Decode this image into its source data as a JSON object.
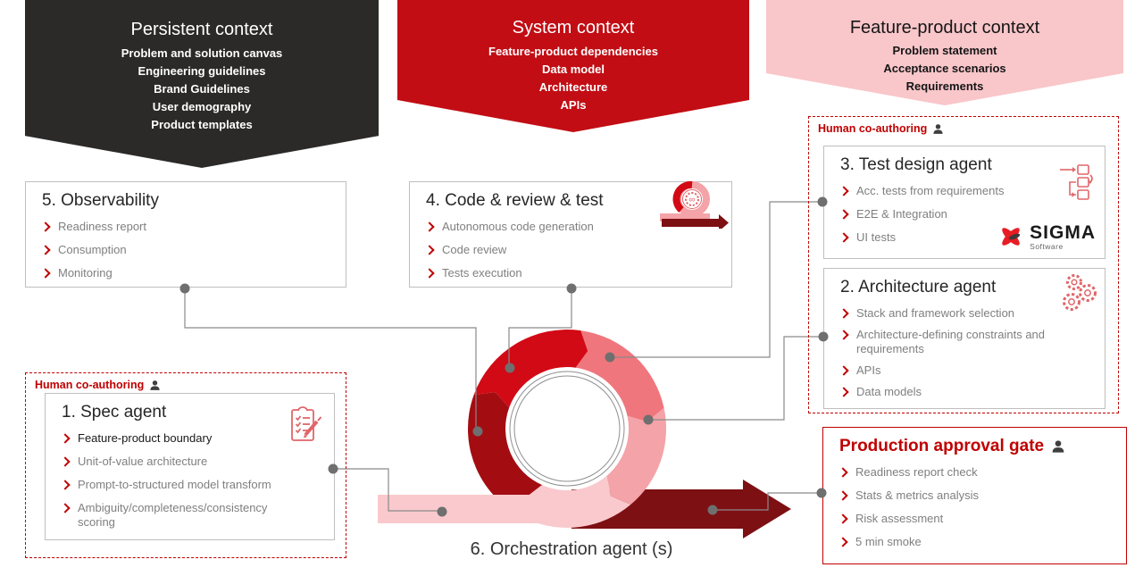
{
  "banners": [
    {
      "title": "Persistent context",
      "items": [
        "Problem and solution canvas",
        "Engineering guidelines",
        "Brand Guidelines",
        "User demography",
        "Product templates"
      ]
    },
    {
      "title": "System context",
      "items": [
        "Feature-product dependencies",
        "Data model",
        "Architecture",
        "APIs"
      ]
    },
    {
      "title": "Feature-product context",
      "items": [
        "Problem statement",
        "Acceptance scenarios",
        "Requirements"
      ]
    }
  ],
  "boxes": {
    "observability": {
      "title": "5. Observability",
      "items": [
        "Readiness report",
        "Consumption",
        "Monitoring"
      ]
    },
    "code": {
      "title": "4. Code & review & test",
      "items": [
        "Autonomous code generation",
        "Code review",
        "Tests execution"
      ]
    },
    "test_design": {
      "title": "3. Test design agent",
      "items": [
        "Acc. tests from requirements",
        "E2E & Integration",
        "UI tests"
      ]
    },
    "architecture": {
      "title": "2. Architecture agent",
      "items": [
        "Stack and framework selection",
        "Architecture-defining constraints and requirements",
        "APIs",
        "Data models"
      ]
    },
    "spec": {
      "title": "1. Spec agent",
      "items": [
        "Feature-product boundary",
        "Unit-of-value architecture",
        "Prompt-to-structured model transform",
        "Ambiguity/completeness/consistency scoring"
      ]
    },
    "gate": {
      "title": "Production approval gate",
      "items": [
        "Readiness report check",
        "Stats & metrics analysis",
        "Risk assessment",
        "5 min smoke"
      ]
    }
  },
  "labels": {
    "human_co_authoring": "Human co-authoring",
    "orchestration": "6. Orchestration agent (s)"
  },
  "logo": {
    "name": "SIGMA",
    "sub": "Software"
  },
  "colors": {
    "accent_red": "#c00000",
    "banner_dark": "#2b2a29",
    "banner_red": "#c20d14",
    "banner_pink": "#f9c6ca",
    "loop_segments": [
      "#a30d12",
      "#d20a15",
      "#f0767d",
      "#f4a3a8",
      "#f9c9cd"
    ],
    "band_pink": "#f9c9cd",
    "arrow_maroon": "#7d1013",
    "connector_gray": "#8a8a8a",
    "item_gray": "#7f7f7f"
  }
}
